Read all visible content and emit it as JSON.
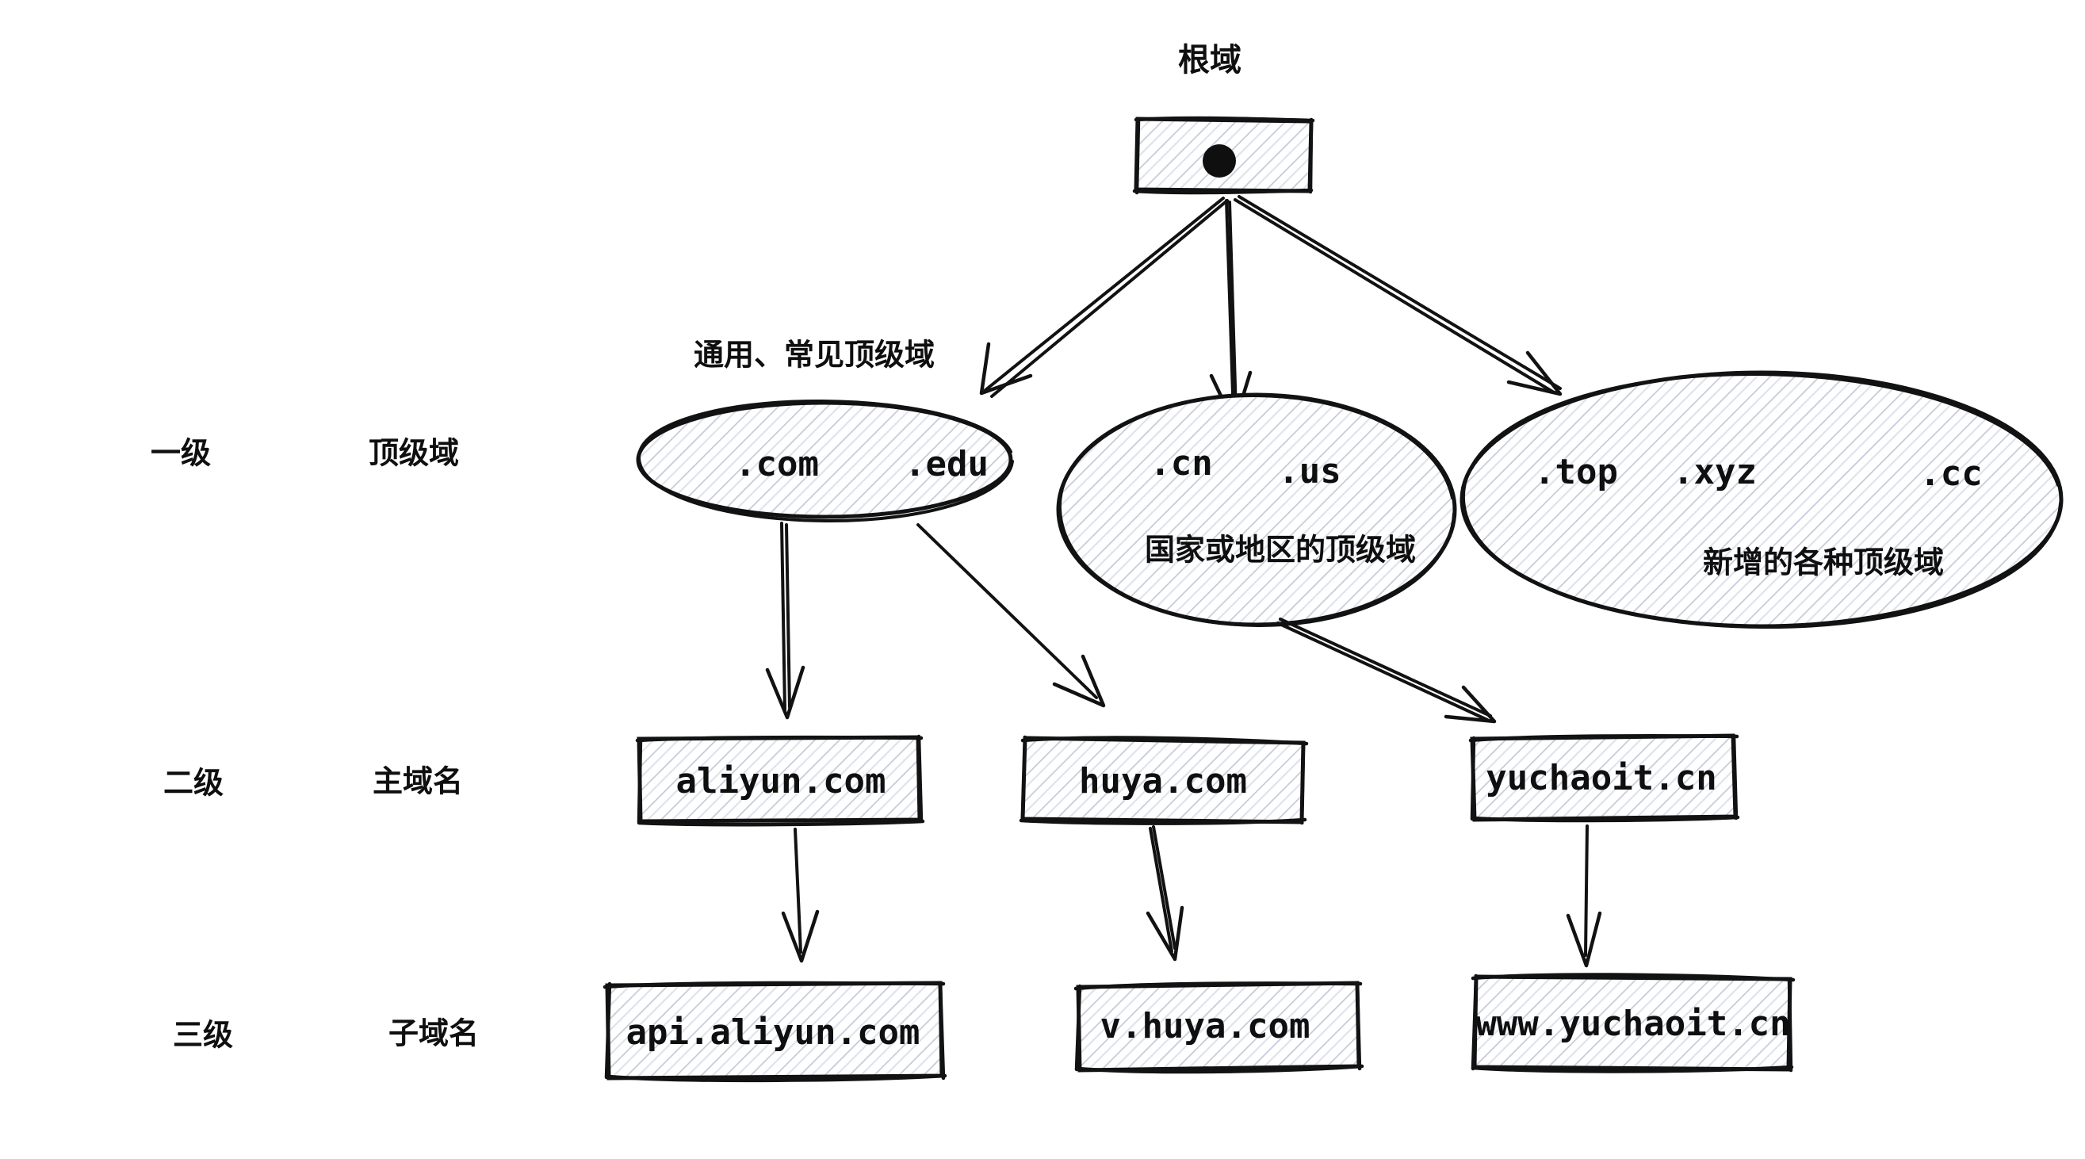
{
  "diagram": {
    "title_label": "根域",
    "root_node": {
      "glyph": "●",
      "name": "root-dot"
    },
    "level_labels": [
      {
        "rank": "一级",
        "kind": "顶级域"
      },
      {
        "rank": "二级",
        "kind": "主域名"
      },
      {
        "rank": "三级",
        "kind": "子域名"
      }
    ],
    "tld_groups": [
      {
        "caption_above": "通用、常见顶级域",
        "caption_inside": "",
        "items": [
          "​.com",
          ".edu"
        ],
        "tlds": [
          ".com",
          ".edu"
        ]
      },
      {
        "caption_above": "",
        "caption_inside": "国家或地区的顶级域",
        "tlds": [
          ".cn",
          ".us"
        ]
      },
      {
        "caption_above": "",
        "caption_inside": "新增的各种顶级域",
        "tlds": [
          ".top",
          ".xyz",
          ".cc"
        ]
      }
    ],
    "second_level": [
      "aliyun.com",
      "huya.com",
      "yuchaoit.cn"
    ],
    "third_level": [
      "api.aliyun.com",
      "v.huya.com",
      "www.yuchaoit.cn"
    ],
    "colors": {
      "stroke": "#121212",
      "hatch": "#c3cad8",
      "background": "#ffffff"
    }
  }
}
